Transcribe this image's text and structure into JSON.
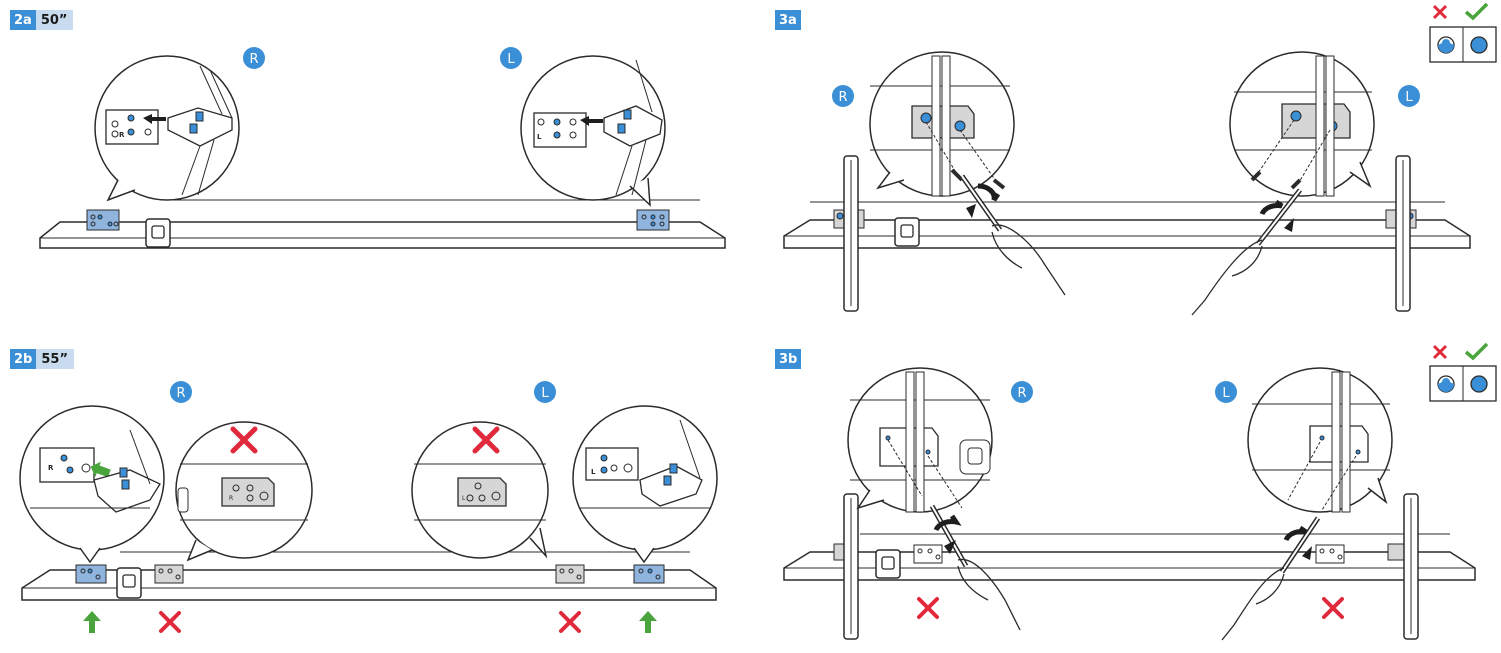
{
  "colors": {
    "accent_blue": "#3a8fd6",
    "tag_light": "#c9dcef",
    "wrong_red": "#e02a3c",
    "correct_green": "#4aa43c",
    "bracket_blue": "#8fb4de",
    "line": "#2b2b2b"
  },
  "steps": {
    "s2a": {
      "num": "2a",
      "size": "50”",
      "right_label": "R",
      "left_label": "L"
    },
    "s2b": {
      "num": "2b",
      "size": "55”",
      "right_label": "R",
      "left_label": "L"
    },
    "s3a": {
      "num": "3a",
      "right_label": "R",
      "left_label": "L"
    },
    "s3b": {
      "num": "3b",
      "right_label": "R",
      "left_label": "L"
    }
  },
  "bracket_labels": {
    "right": "R",
    "left": "L"
  },
  "icons": [
    "cross-icon",
    "check-icon",
    "screw-hole-icon",
    "arrow-up-icon",
    "rotate-arrow-icon",
    "screwdriver-icon",
    "hand-icon"
  ]
}
